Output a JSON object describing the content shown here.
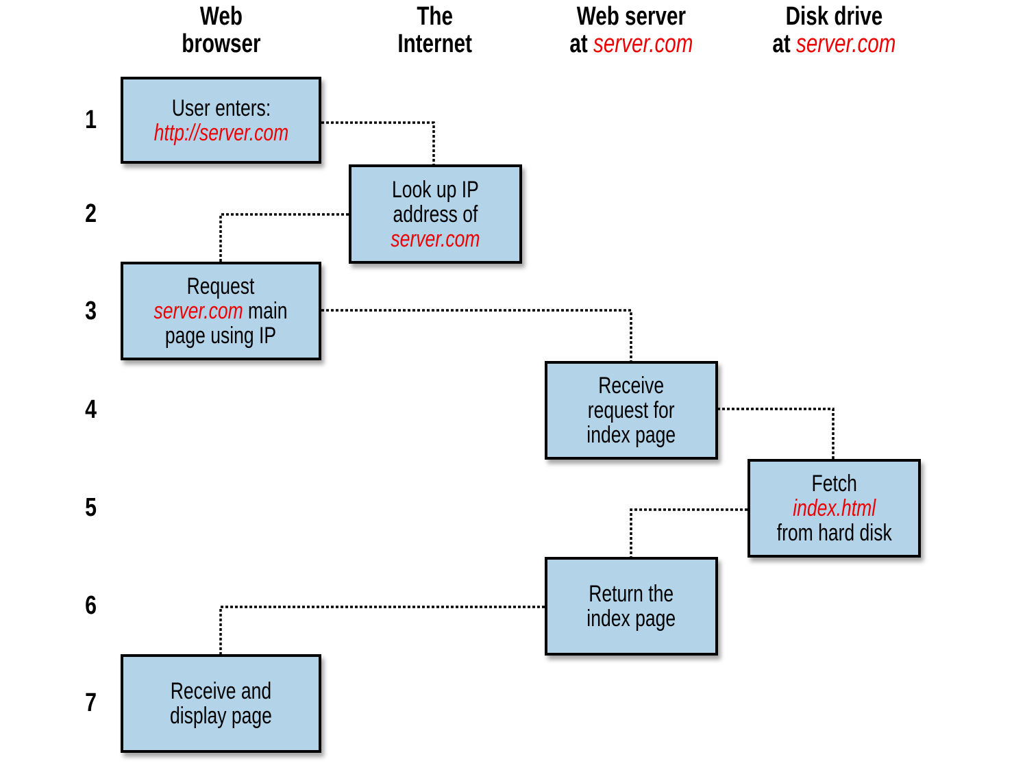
{
  "columns": [
    {
      "line1": "Web",
      "line2_plain": "browser",
      "line2_red": ""
    },
    {
      "line1": "The",
      "line2_plain": "Internet",
      "line2_red": ""
    },
    {
      "line1": "Web server",
      "line2_plain": "at ",
      "line2_red": "server.com"
    },
    {
      "line1": "Disk drive",
      "line2_plain": "at ",
      "line2_red": "server.com"
    }
  ],
  "rows": [
    "1",
    "2",
    "3",
    "4",
    "5",
    "6",
    "7"
  ],
  "steps": [
    {
      "step": "1",
      "column": "Web browser",
      "lines": [
        {
          "parts": [
            {
              "text": "User enters:",
              "red": false
            }
          ]
        },
        {
          "parts": [
            {
              "text": "http://server.com",
              "red": true
            }
          ]
        }
      ]
    },
    {
      "step": "2",
      "column": "The Internet",
      "lines": [
        {
          "parts": [
            {
              "text": "Look up IP",
              "red": false
            }
          ]
        },
        {
          "parts": [
            {
              "text": "address of",
              "red": false
            }
          ]
        },
        {
          "parts": [
            {
              "text": "server.com",
              "red": true
            }
          ]
        }
      ]
    },
    {
      "step": "3",
      "column": "Web browser",
      "lines": [
        {
          "parts": [
            {
              "text": "Request",
              "red": false
            }
          ]
        },
        {
          "parts": [
            {
              "text": "server.com",
              "red": true
            },
            {
              "text": " main",
              "red": false
            }
          ]
        },
        {
          "parts": [
            {
              "text": "page using IP",
              "red": false
            }
          ]
        }
      ]
    },
    {
      "step": "4",
      "column": "Web server",
      "lines": [
        {
          "parts": [
            {
              "text": "Receive",
              "red": false
            }
          ]
        },
        {
          "parts": [
            {
              "text": "request for",
              "red": false
            }
          ]
        },
        {
          "parts": [
            {
              "text": "index page",
              "red": false
            }
          ]
        }
      ]
    },
    {
      "step": "5",
      "column": "Disk drive",
      "lines": [
        {
          "parts": [
            {
              "text": "Fetch",
              "red": false
            }
          ]
        },
        {
          "parts": [
            {
              "text": "index.html",
              "red": true
            }
          ]
        },
        {
          "parts": [
            {
              "text": "from hard disk",
              "red": false
            }
          ]
        }
      ]
    },
    {
      "step": "6",
      "column": "Web server",
      "lines": [
        {
          "parts": [
            {
              "text": "Return the",
              "red": false
            }
          ]
        },
        {
          "parts": [
            {
              "text": "index page",
              "red": false
            }
          ]
        }
      ]
    },
    {
      "step": "7",
      "column": "Web browser",
      "lines": [
        {
          "parts": [
            {
              "text": "Receive and",
              "red": false
            }
          ]
        },
        {
          "parts": [
            {
              "text": "display page",
              "red": false
            }
          ]
        }
      ]
    }
  ],
  "colors": {
    "box_fill": "#b3d3e8",
    "highlight": "#ee0000",
    "border": "#000000"
  }
}
